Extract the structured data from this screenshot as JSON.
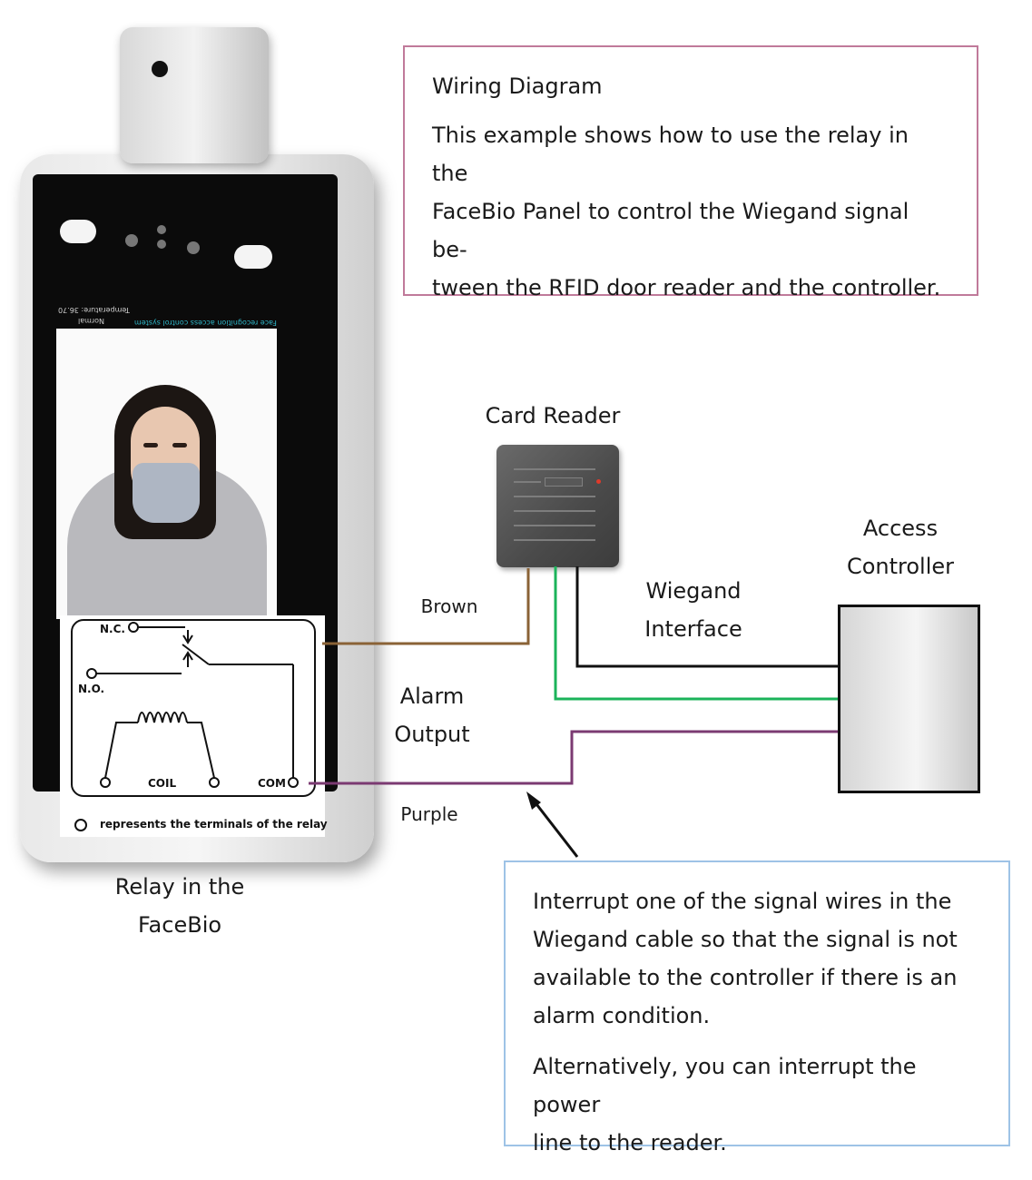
{
  "info": {
    "title": "Wiring Diagram",
    "lines": [
      "This example shows how to use the relay in the",
      "FaceBio Panel to control the Wiegand signal be-",
      "tween the RFID door reader and the controller."
    ]
  },
  "device": {
    "screen_temperature": "Temperature: 36.70",
    "screen_status": "Normal",
    "screen_subtitle": "Face recognition access control system",
    "caption": [
      "Relay in the",
      "FaceBio"
    ]
  },
  "relay": {
    "nc_label": "N.C.",
    "no_label": "N.O.",
    "coil_label": "COIL",
    "com_label": "COM",
    "legend": "represents the terminals of the relay"
  },
  "labels": {
    "card_reader": "Card Reader",
    "access_controller": [
      "Access",
      "Controller"
    ],
    "wiegand_interface": [
      "Wiegand",
      "Interface"
    ],
    "alarm_output": [
      "Alarm",
      "Output"
    ],
    "brown": "Brown",
    "purple": "Purple"
  },
  "wire_colors": {
    "brown": "#8a6236",
    "green": "#1bb35a",
    "black": "#111111",
    "purple": "#7b3a72"
  },
  "note": {
    "paragraph1": [
      "Interrupt one of the signal wires  in the",
      "Wiegand cable so that the signal is not",
      "available to the controller if there is an",
      "alarm condition."
    ],
    "paragraph2": [
      "Alternatively, you can interrupt the power",
      "line to the reader."
    ]
  }
}
